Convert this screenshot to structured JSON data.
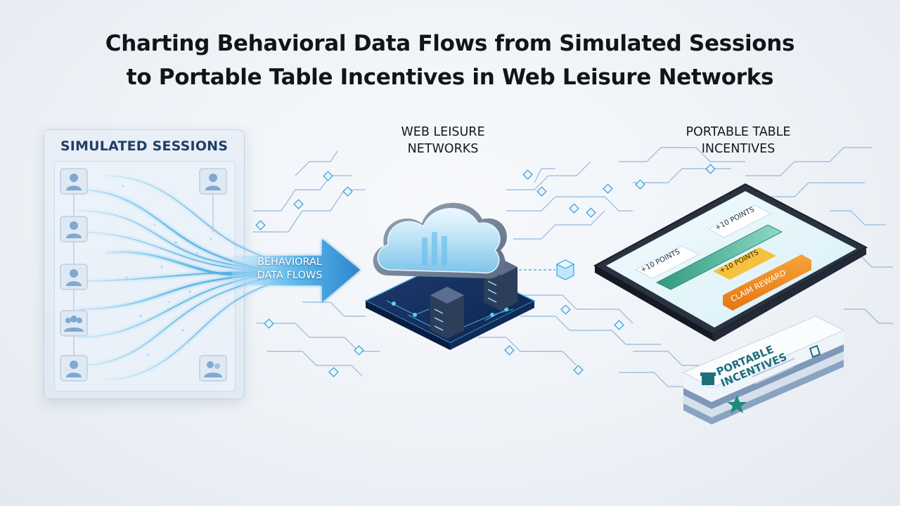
{
  "title": {
    "line1": "Charting Behavioral Data Flows from Simulated Sessions",
    "line2": "to Portable Table Incentives in Web Leisure Networks"
  },
  "left_panel": {
    "title": "SIMULATED SESSIONS",
    "icons": [
      "user-icon",
      "user-icon",
      "user-icon",
      "user-icon",
      "users-group-icon",
      "user-icon",
      "user-icon"
    ]
  },
  "arrow": {
    "line1": "BEHAVIORAL",
    "line2": "DATA FLOWS"
  },
  "network": {
    "line1": "WEB LEISURE",
    "line2": "NETWORKS"
  },
  "incentives": {
    "line1": "PORTABLE TABLE",
    "line2": "INCENTIVES"
  },
  "tablet": {
    "points_a": "+10 POINTS",
    "points_b": "+10 POINTS",
    "points_c": "+10 POINTS",
    "claim": "CLAIM REWARD"
  },
  "card": {
    "line1": "PORTABLE",
    "line2": "INCENTIVES"
  },
  "colors": {
    "flow_blue": "#4fb4e6",
    "arrow_blue": "#3a9fdc",
    "cloud_blue": "#9fd6f2",
    "teal": "#2a9aa8",
    "claim_orange": "#f08a1c",
    "points_yellow": "#f6c23e"
  }
}
